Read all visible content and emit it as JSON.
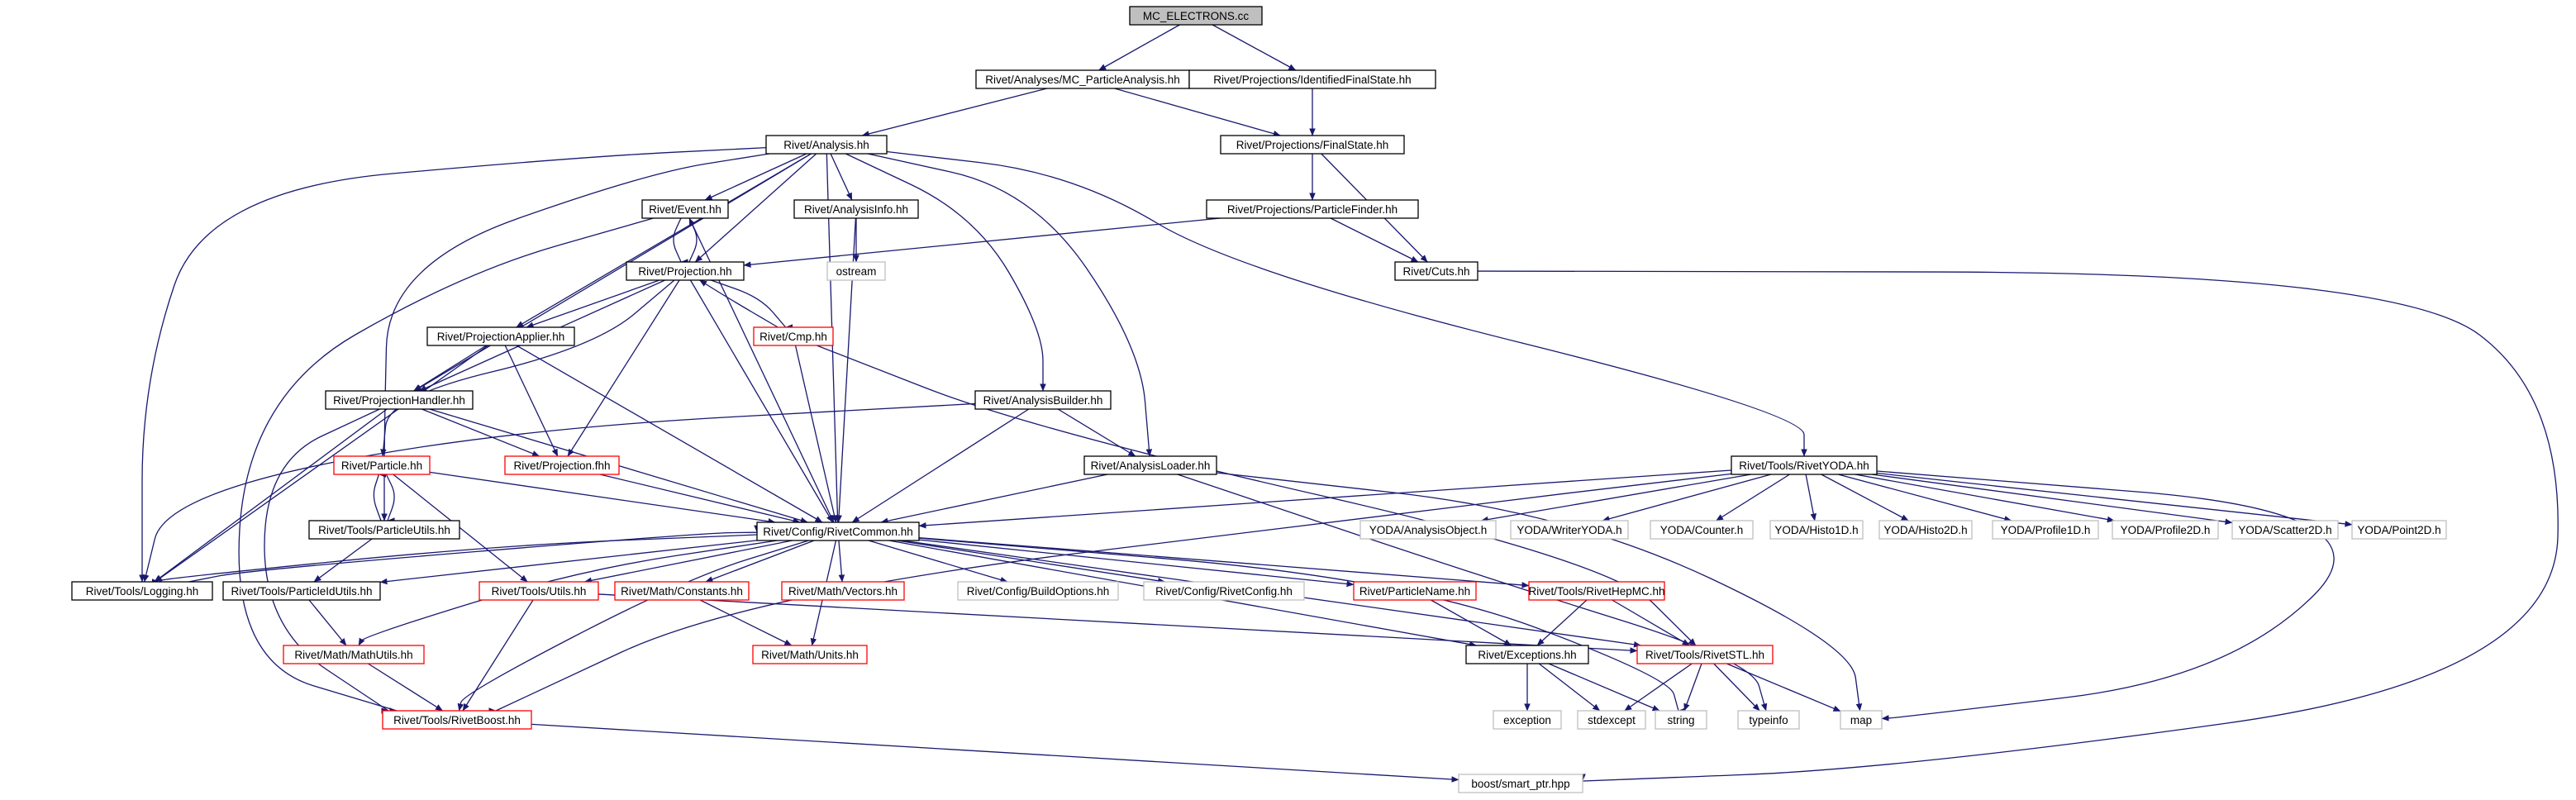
{
  "graph": {
    "nodes": {
      "mc_electrons": {
        "label": "MC_ELECTRONS.cc",
        "style": "root"
      },
      "mc_particle_analysis": {
        "label": "Rivet/Analyses/MC_ParticleAnalysis.hh",
        "style": "normal"
      },
      "identified_final_state": {
        "label": "Rivet/Projections/IdentifiedFinalState.hh",
        "style": "normal"
      },
      "analysis": {
        "label": "Rivet/Analysis.hh",
        "style": "normal"
      },
      "final_state": {
        "label": "Rivet/Projections/FinalState.hh",
        "style": "normal"
      },
      "event": {
        "label": "Rivet/Event.hh",
        "style": "normal"
      },
      "analysis_info": {
        "label": "Rivet/AnalysisInfo.hh",
        "style": "normal"
      },
      "particle_finder": {
        "label": "Rivet/Projections/ParticleFinder.hh",
        "style": "normal"
      },
      "projection": {
        "label": "Rivet/Projection.hh",
        "style": "normal"
      },
      "ostream": {
        "label": "ostream",
        "style": "system"
      },
      "cuts": {
        "label": "Rivet/Cuts.hh",
        "style": "normal"
      },
      "projection_applier": {
        "label": "Rivet/ProjectionApplier.hh",
        "style": "normal"
      },
      "cmp": {
        "label": "Rivet/Cmp.hh",
        "style": "truncated"
      },
      "analysis_builder": {
        "label": "Rivet/AnalysisBuilder.hh",
        "style": "normal"
      },
      "projection_handler": {
        "label": "Rivet/ProjectionHandler.hh",
        "style": "normal"
      },
      "particle": {
        "label": "Rivet/Particle.hh",
        "style": "truncated"
      },
      "projection_fhh": {
        "label": "Rivet/Projection.fhh",
        "style": "truncated"
      },
      "analysis_loader": {
        "label": "Rivet/AnalysisLoader.hh",
        "style": "normal"
      },
      "rivet_yoda": {
        "label": "Rivet/Tools/RivetYODA.hh",
        "style": "normal"
      },
      "particle_utils": {
        "label": "Rivet/Tools/ParticleUtils.hh",
        "style": "normal"
      },
      "rivet_common": {
        "label": "Rivet/Config/RivetCommon.hh",
        "style": "normal"
      },
      "yoda_analysis_object": {
        "label": "YODA/AnalysisObject.h",
        "style": "system"
      },
      "yoda_writer": {
        "label": "YODA/WriterYODA.h",
        "style": "system"
      },
      "yoda_counter": {
        "label": "YODA/Counter.h",
        "style": "system"
      },
      "yoda_histo1d": {
        "label": "YODA/Histo1D.h",
        "style": "system"
      },
      "yoda_histo2d": {
        "label": "YODA/Histo2D.h",
        "style": "system"
      },
      "yoda_profile1d": {
        "label": "YODA/Profile1D.h",
        "style": "system"
      },
      "yoda_profile2d": {
        "label": "YODA/Profile2D.h",
        "style": "system"
      },
      "yoda_scatter2d": {
        "label": "YODA/Scatter2D.h",
        "style": "system"
      },
      "yoda_point2d": {
        "label": "YODA/Point2D.h",
        "style": "system"
      },
      "logging": {
        "label": "Rivet/Tools/Logging.hh",
        "style": "normal"
      },
      "particle_id_utils": {
        "label": "Rivet/Tools/ParticleIdUtils.hh",
        "style": "normal"
      },
      "tools_utils": {
        "label": "Rivet/Tools/Utils.hh",
        "style": "truncated"
      },
      "math_constants": {
        "label": "Rivet/Math/Constants.hh",
        "style": "truncated"
      },
      "math_vectors": {
        "label": "Rivet/Math/Vectors.hh",
        "style": "truncated"
      },
      "build_options": {
        "label": "Rivet/Config/BuildOptions.hh",
        "style": "system"
      },
      "rivet_config": {
        "label": "Rivet/Config/RivetConfig.hh",
        "style": "system"
      },
      "particle_name": {
        "label": "Rivet/ParticleName.hh",
        "style": "truncated"
      },
      "rivet_hepmc": {
        "label": "Rivet/Tools/RivetHepMC.hh",
        "style": "truncated"
      },
      "math_utils": {
        "label": "Rivet/Math/MathUtils.hh",
        "style": "truncated"
      },
      "math_units": {
        "label": "Rivet/Math/Units.hh",
        "style": "truncated"
      },
      "exceptions": {
        "label": "Rivet/Exceptions.hh",
        "style": "normal"
      },
      "rivet_stl": {
        "label": "Rivet/Tools/RivetSTL.hh",
        "style": "truncated"
      },
      "rivet_boost": {
        "label": "Rivet/Tools/RivetBoost.hh",
        "style": "truncated"
      },
      "exception": {
        "label": "exception",
        "style": "system"
      },
      "stdexcept": {
        "label": "stdexcept",
        "style": "system"
      },
      "string": {
        "label": "string",
        "style": "system"
      },
      "typeinfo": {
        "label": "typeinfo",
        "style": "system"
      },
      "map": {
        "label": "map",
        "style": "system"
      },
      "smart_ptr": {
        "label": "boost/smart_ptr.hpp",
        "style": "system"
      }
    },
    "edges": [
      [
        "mc_electrons",
        "mc_particle_analysis"
      ],
      [
        "mc_electrons",
        "identified_final_state"
      ],
      [
        "mc_particle_analysis",
        "analysis"
      ],
      [
        "mc_particle_analysis",
        "final_state"
      ],
      [
        "identified_final_state",
        "final_state"
      ],
      [
        "final_state",
        "particle_finder"
      ],
      [
        "final_state",
        "cuts"
      ],
      [
        "particle_finder",
        "projection"
      ],
      [
        "particle_finder",
        "cuts"
      ],
      [
        "cuts",
        "smart_ptr"
      ],
      [
        "analysis",
        "event"
      ],
      [
        "analysis",
        "analysis_info"
      ],
      [
        "analysis",
        "projection"
      ],
      [
        "analysis",
        "projection_applier"
      ],
      [
        "analysis",
        "projection_handler"
      ],
      [
        "analysis",
        "analysis_builder"
      ],
      [
        "analysis",
        "analysis_loader"
      ],
      [
        "analysis",
        "rivet_yoda"
      ],
      [
        "analysis",
        "particle_utils"
      ],
      [
        "analysis",
        "rivet_common"
      ],
      [
        "analysis",
        "logging"
      ],
      [
        "event",
        "projection"
      ],
      [
        "event",
        "rivet_common"
      ],
      [
        "event",
        "rivet_boost"
      ],
      [
        "projection",
        "event"
      ],
      [
        "projection",
        "cmp"
      ],
      [
        "projection",
        "projection_applier"
      ],
      [
        "projection",
        "projection_handler"
      ],
      [
        "projection",
        "projection_fhh"
      ],
      [
        "projection",
        "particle"
      ],
      [
        "projection",
        "rivet_common"
      ],
      [
        "cmp",
        "projection"
      ],
      [
        "cmp",
        "rivet_common"
      ],
      [
        "cmp",
        "rivet_stl"
      ],
      [
        "analysis_info",
        "ostream"
      ],
      [
        "analysis_info",
        "rivet_common"
      ],
      [
        "projection_applier",
        "projection_handler"
      ],
      [
        "projection_applier",
        "projection_fhh"
      ],
      [
        "projection_applier",
        "rivet_common"
      ],
      [
        "projection_applier",
        "logging"
      ],
      [
        "projection_handler",
        "projection_fhh"
      ],
      [
        "projection_handler",
        "rivet_common"
      ],
      [
        "projection_handler",
        "logging"
      ],
      [
        "projection_handler",
        "rivet_boost"
      ],
      [
        "analysis_builder",
        "analysis_loader"
      ],
      [
        "analysis_builder",
        "rivet_common"
      ],
      [
        "analysis_builder",
        "logging"
      ],
      [
        "analysis_loader",
        "rivet_common"
      ],
      [
        "analysis_loader",
        "map"
      ],
      [
        "analysis_loader",
        "typeinfo"
      ],
      [
        "particle",
        "particle_utils"
      ],
      [
        "particle",
        "rivet_common"
      ],
      [
        "particle",
        "tools_utils"
      ],
      [
        "particle_utils",
        "particle"
      ],
      [
        "particle_utils",
        "particle_id_utils"
      ],
      [
        "projection_fhh",
        "rivet_common"
      ],
      [
        "rivet_yoda",
        "rivet_common"
      ],
      [
        "rivet_yoda",
        "yoda_analysis_object"
      ],
      [
        "rivet_yoda",
        "yoda_writer"
      ],
      [
        "rivet_yoda",
        "yoda_counter"
      ],
      [
        "rivet_yoda",
        "yoda_histo1d"
      ],
      [
        "rivet_yoda",
        "yoda_histo2d"
      ],
      [
        "rivet_yoda",
        "yoda_profile1d"
      ],
      [
        "rivet_yoda",
        "yoda_profile2d"
      ],
      [
        "rivet_yoda",
        "yoda_scatter2d"
      ],
      [
        "rivet_yoda",
        "yoda_point2d"
      ],
      [
        "rivet_yoda",
        "map"
      ],
      [
        "rivet_yoda",
        "rivet_boost"
      ],
      [
        "rivet_common",
        "logging"
      ],
      [
        "rivet_common",
        "particle_id_utils"
      ],
      [
        "rivet_common",
        "math_utils"
      ],
      [
        "rivet_common",
        "rivet_boost"
      ],
      [
        "rivet_common",
        "tools_utils"
      ],
      [
        "rivet_common",
        "math_constants"
      ],
      [
        "rivet_common",
        "math_vectors"
      ],
      [
        "rivet_common",
        "math_units"
      ],
      [
        "rivet_common",
        "build_options"
      ],
      [
        "rivet_common",
        "rivet_config"
      ],
      [
        "rivet_common",
        "particle_name"
      ],
      [
        "rivet_common",
        "exceptions"
      ],
      [
        "rivet_common",
        "rivet_hepmc"
      ],
      [
        "rivet_common",
        "rivet_stl"
      ],
      [
        "rivet_common",
        "string"
      ],
      [
        "logging",
        "rivet_common"
      ],
      [
        "particle_id_utils",
        "math_utils"
      ],
      [
        "tools_utils",
        "rivet_stl"
      ],
      [
        "tools_utils",
        "rivet_boost"
      ],
      [
        "math_constants",
        "math_units"
      ],
      [
        "math_utils",
        "rivet_boost"
      ],
      [
        "particle_name",
        "exceptions"
      ],
      [
        "rivet_hepmc",
        "exceptions"
      ],
      [
        "rivet_hepmc",
        "rivet_stl"
      ],
      [
        "exceptions",
        "exception"
      ],
      [
        "exceptions",
        "stdexcept"
      ],
      [
        "exceptions",
        "string"
      ],
      [
        "rivet_stl",
        "stdexcept"
      ],
      [
        "rivet_stl",
        "string"
      ],
      [
        "rivet_stl",
        "typeinfo"
      ],
      [
        "rivet_stl",
        "map"
      ],
      [
        "rivet_boost",
        "smart_ptr"
      ]
    ]
  },
  "colors": {
    "edge": "#191970",
    "normal_border": "#000000",
    "truncated_border": "#ff0000",
    "system_border": "#bfbfbf",
    "root_fill": "#bfbfbf",
    "text": "#000000",
    "system_text": "#000000"
  }
}
